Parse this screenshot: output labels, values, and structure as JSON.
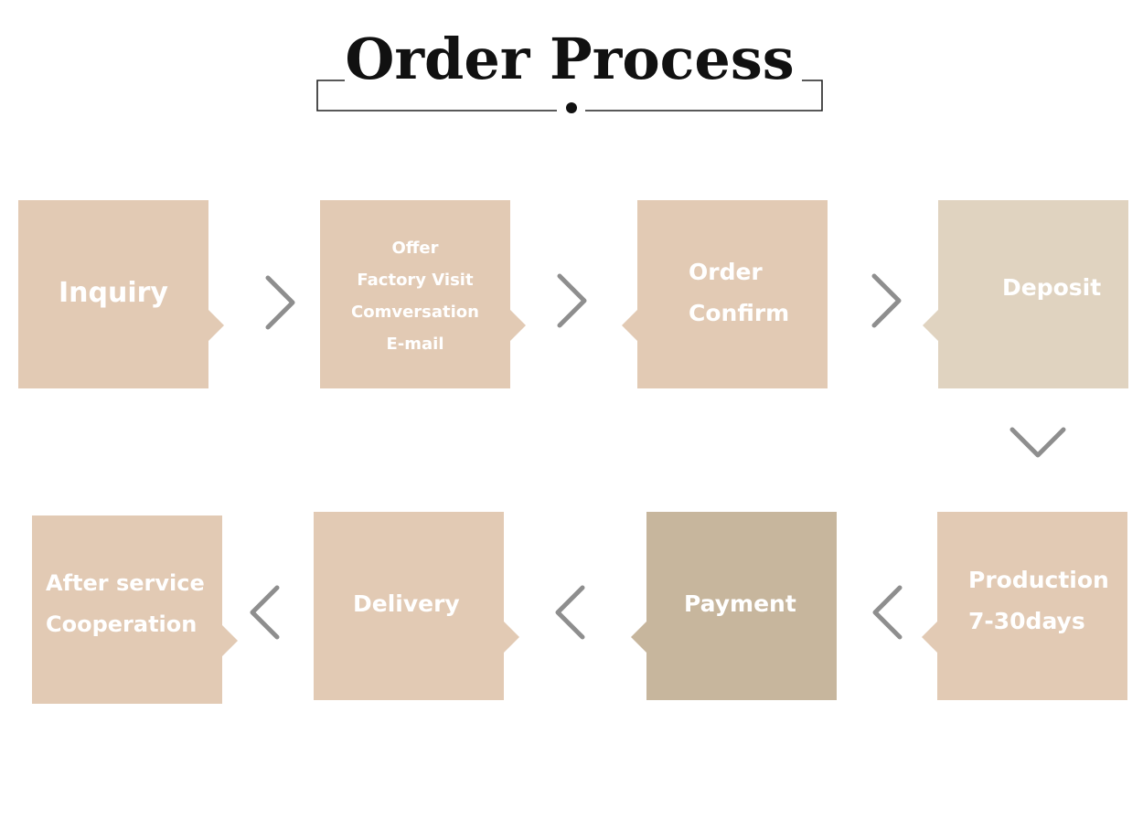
{
  "title": "Order Process",
  "colors": {
    "box_main": "#e2cab4",
    "box_deposit": "#e0d3c0",
    "box_payment": "#c7b69d",
    "arrow": "#8e8e8e",
    "text": "#ffffff",
    "title": "#111111"
  },
  "steps": [
    {
      "id": "inquiry",
      "lines": [
        "Inquiry"
      ]
    },
    {
      "id": "offer",
      "lines": [
        "Offer",
        "Factory Visit",
        "Comversation",
        "E-mail"
      ]
    },
    {
      "id": "order-confirm",
      "lines": [
        "Order",
        "Confirm"
      ]
    },
    {
      "id": "deposit",
      "lines": [
        "Deposit"
      ]
    },
    {
      "id": "production",
      "lines": [
        "Production",
        "7-30days"
      ]
    },
    {
      "id": "payment",
      "lines": [
        "Payment"
      ]
    },
    {
      "id": "delivery",
      "lines": [
        "Delivery"
      ]
    },
    {
      "id": "after-service",
      "lines": [
        "After service",
        "Cooperation"
      ]
    }
  ]
}
